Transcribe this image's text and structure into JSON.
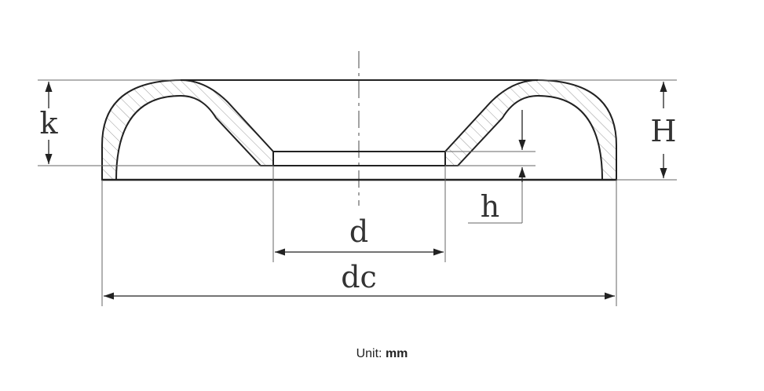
{
  "diagram": {
    "labels": {
      "k": "k",
      "H": "H",
      "h": "h",
      "d": "d",
      "dc": "dc"
    }
  },
  "footer": {
    "unit_label": "Unit:",
    "unit_value": "mm"
  },
  "colors": {
    "outline": "#222222",
    "dimension": "#555555",
    "hatch": "#9a9a9a"
  }
}
